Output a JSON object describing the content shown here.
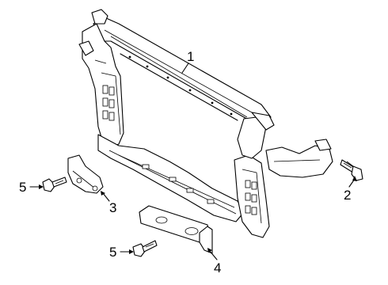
{
  "diagram": {
    "callouts": [
      {
        "id": "1",
        "label": "1"
      },
      {
        "id": "2",
        "label": "2"
      },
      {
        "id": "3",
        "label": "3"
      },
      {
        "id": "4",
        "label": "4"
      },
      {
        "id": "5a",
        "label": "5"
      },
      {
        "id": "5b",
        "label": "5"
      }
    ]
  }
}
